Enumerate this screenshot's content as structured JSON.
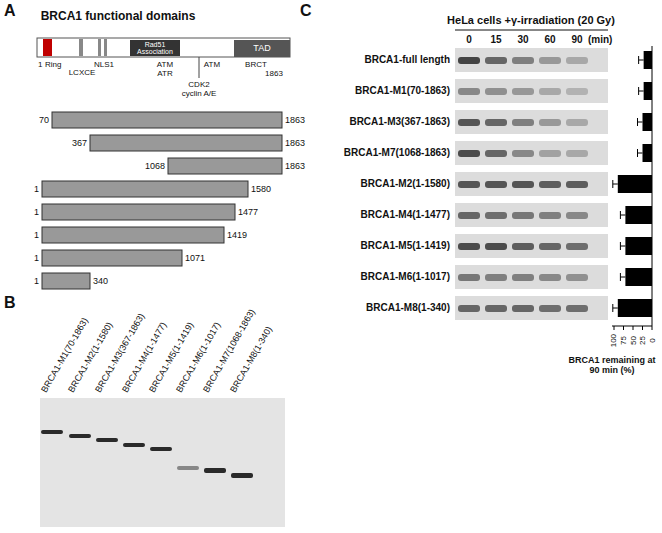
{
  "diagram": {
    "nodes": [
      {
        "text": [
          "Rad51 Association"
        ]
      },
      {
        "text": [
          "TAD"
        ]
      }
    ],
    "labels": [
      "A",
      "BRCA1 functional domains",
      "Ring",
      "LCXCE",
      "NLS1",
      "ATM",
      "ATR",
      "ATM",
      "CDK2",
      "cyclin A/E",
      "BRCT",
      "1",
      "1863",
      "70",
      "1863",
      "367",
      "1863",
      "1068",
      "1863",
      "1",
      "1580",
      "1",
      "1477",
      "1",
      "1419",
      "1",
      "1071",
      "1",
      "340",
      "B",
      "BRCA1-M1(70-1863)",
      "BRCA1-M2(1-1580)",
      "BRCA1-M3(367-1863)",
      "BRCA1-M4(1-1477)",
      "BRCA1-M5(1-1419)",
      "BRCA1-M6(1-1017)",
      "BRCA1-M7(1068-1863)",
      "BRCA1-M8(1-340)",
      "C",
      "HeLa cells +γ-irradiation (20 Gy)",
      "0",
      "15",
      "30",
      "60",
      "90",
      "(min)",
      "BRCA1-full length",
      "BRCA1-M1(70-1863)",
      "BRCA1-M3(367-1863)",
      "BRCA1-M7(1068-1863)",
      "BRCA1-M2(1-1580)",
      "BRCA1-M4(1-1477)",
      "BRCA1-M5(1-1419)",
      "BRCA1-M6(1-1017)",
      "BRCA1-M8(1-340)",
      "100",
      "75",
      "50",
      "25",
      "0",
      "BRCA1 remaining at 90 min (%)"
    ]
  }
}
